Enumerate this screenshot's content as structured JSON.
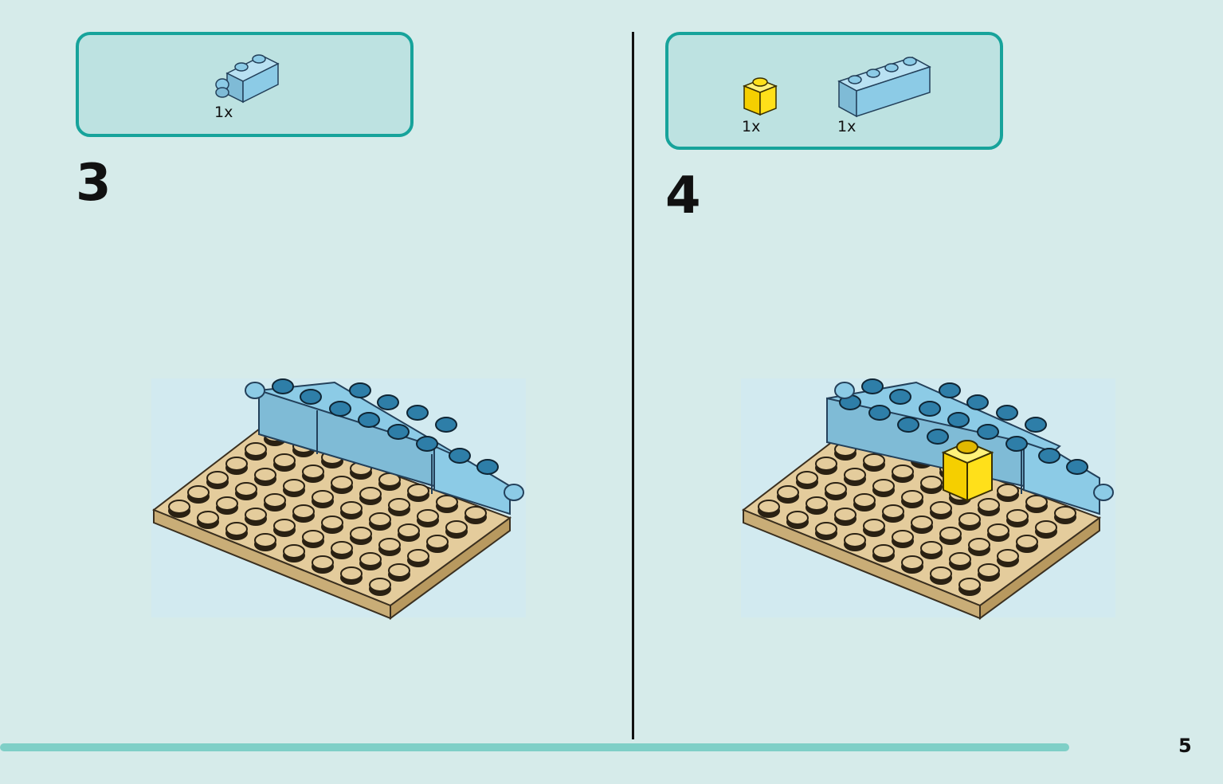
{
  "steps": [
    {
      "number": "3",
      "parts": [
        {
          "count": "1x",
          "icon": "light-blue-1x2-brick-with-clip-icon"
        }
      ]
    },
    {
      "number": "4",
      "parts": [
        {
          "count": "1x",
          "icon": "yellow-1x1-brick-icon"
        },
        {
          "count": "1x",
          "icon": "light-blue-1x4-brick-icon"
        }
      ]
    }
  ],
  "page_number": "5",
  "progress": 0.935,
  "colors": {
    "background": "#d6ebea",
    "frame": "#17a39b",
    "light_blue": "#8ccbe6",
    "tan": "#d9bf8c",
    "yellow": "#ffe01a",
    "progress": "#7fcfc7"
  }
}
